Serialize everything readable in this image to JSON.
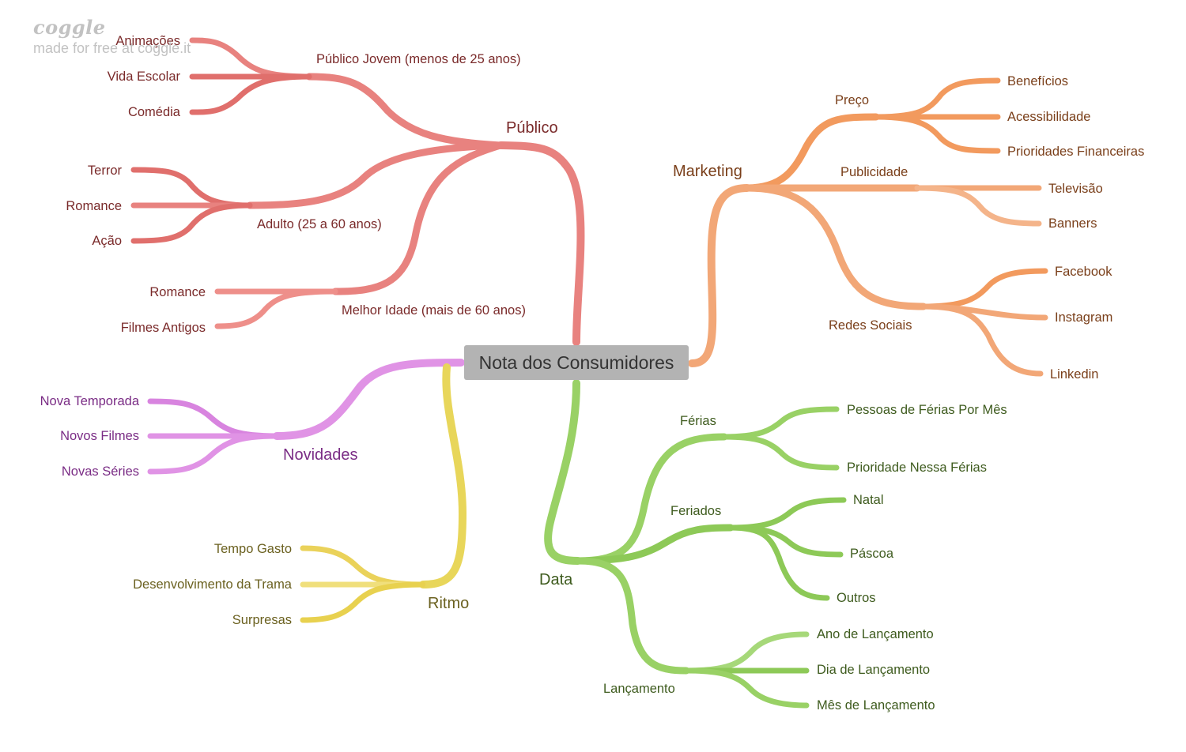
{
  "brand": {
    "logo_text": "coggle",
    "tagline": "made for free at coggle.it"
  },
  "root": {
    "label": "Nota dos Consumidores"
  },
  "colors": {
    "publico": "#e8827f",
    "publico_text": "#7a2a2a",
    "marketing": "#f2a777",
    "marketing_text": "#7a3f1a",
    "data": "#99d165",
    "data_text": "#3e5b1e",
    "novidades": "#e093e5",
    "novidades_text": "#7a2c85",
    "ritmo": "#e8d65a",
    "ritmo_text": "#6b6120",
    "root_box": "#b3b3b3"
  },
  "branches": {
    "publico": {
      "label": "Público",
      "children": [
        {
          "label": "Público Jovem (menos de 25 anos)",
          "children": [
            "Animações",
            "Vida Escolar",
            "Comédia"
          ]
        },
        {
          "label": "Adulto (25 a 60 anos)",
          "children": [
            "Terror",
            "Romance",
            "Ação"
          ]
        },
        {
          "label": "Melhor Idade (mais de 60 anos)",
          "children": [
            "Romance",
            "Filmes Antigos"
          ]
        }
      ]
    },
    "marketing": {
      "label": "Marketing",
      "children": [
        {
          "label": "Preço",
          "children": [
            "Benefícios",
            "Acessibilidade",
            "Prioridades Financeiras"
          ]
        },
        {
          "label": "Publicidade",
          "children": [
            "Televisão",
            "Banners"
          ]
        },
        {
          "label": "Redes Sociais",
          "children": [
            "Facebook",
            "Instagram",
            "Linkedin"
          ]
        }
      ]
    },
    "data": {
      "label": "Data",
      "children": [
        {
          "label": "Férias",
          "children": [
            "Pessoas de Férias Por Mês",
            "Prioridade Nessa Férias"
          ]
        },
        {
          "label": "Feriados",
          "children": [
            "Natal",
            "Páscoa",
            "Outros"
          ]
        },
        {
          "label": "Lançamento",
          "children": [
            "Ano de Lançamento",
            "Dia de Lançamento",
            "Mês de Lançamento"
          ]
        }
      ]
    },
    "novidades": {
      "label": "Novidades",
      "children": [
        "Nova Temporada",
        "Novos Filmes",
        "Novas Séries"
      ]
    },
    "ritmo": {
      "label": "Ritmo",
      "children": [
        "Tempo Gasto",
        "Desenvolvimento da Trama",
        "Surpresas"
      ]
    }
  }
}
